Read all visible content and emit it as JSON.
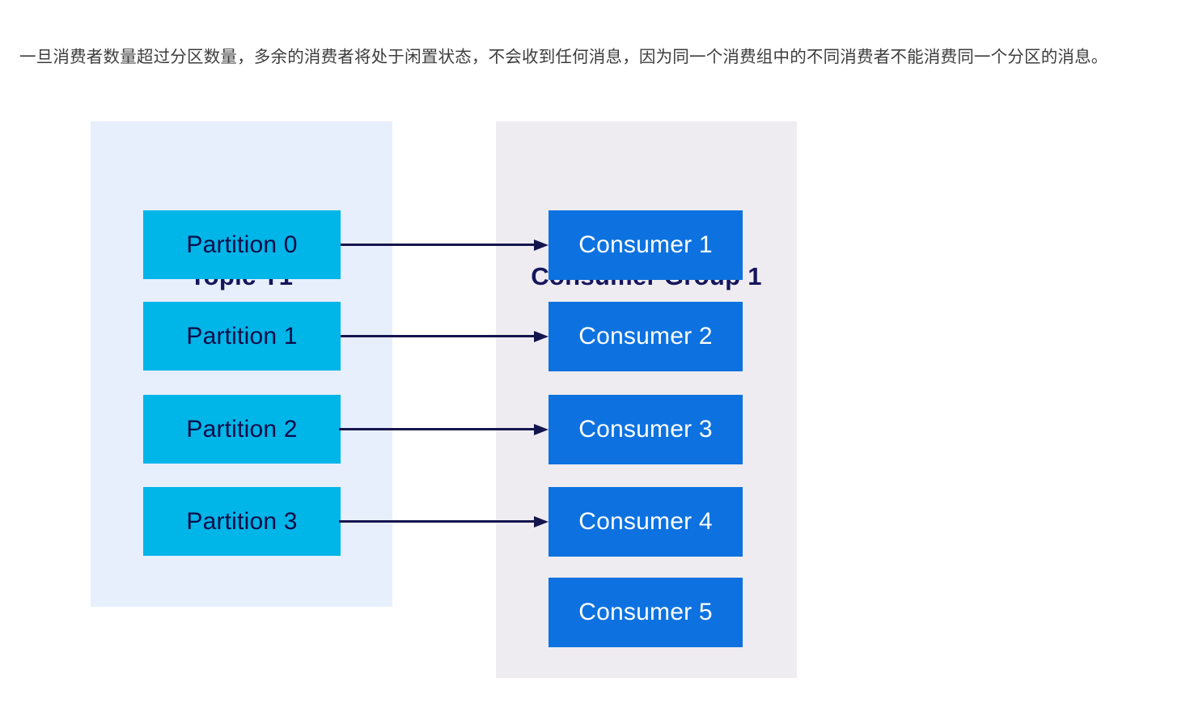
{
  "paragraph": {
    "text": "一旦消费者数量超过分区数量，多余的消费者将处于闲置状态，不会收到任何消息，因为同一个消费组中的不同消费者不能消费同一个分区的消息。"
  },
  "diagram": {
    "type": "flow",
    "colors": {
      "topic_panel_bg": "#e7effc",
      "consumer_panel_bg": "#eeecf1",
      "partition_box_bg": "#00b5e8",
      "consumer_box_bg": "#0d72e0",
      "title_color": "#16165c",
      "partition_text_color": "#0d0d47",
      "consumer_text_color": "#ffffff",
      "arrow_color": "#15154e",
      "page_bg": "#ffffff"
    },
    "topic_panel": {
      "title": "Topic T1",
      "partitions": [
        {
          "label": "Partition 0"
        },
        {
          "label": "Partition 1"
        },
        {
          "label": "Partition 2"
        },
        {
          "label": "Partition 3"
        }
      ]
    },
    "consumer_group_panel": {
      "title": "Consumer Group 1",
      "consumers": [
        {
          "label": "Consumer 1"
        },
        {
          "label": "Consumer 2"
        },
        {
          "label": "Consumer 3"
        },
        {
          "label": "Consumer 4"
        },
        {
          "label": "Consumer 5"
        }
      ]
    },
    "connections": [
      {
        "from": "Partition 0",
        "to": "Consumer 1"
      },
      {
        "from": "Partition 1",
        "to": "Consumer 2"
      },
      {
        "from": "Partition 2",
        "to": "Consumer 3"
      },
      {
        "from": "Partition 3",
        "to": "Consumer 4"
      }
    ],
    "unassigned": [
      "Consumer 5"
    ]
  }
}
